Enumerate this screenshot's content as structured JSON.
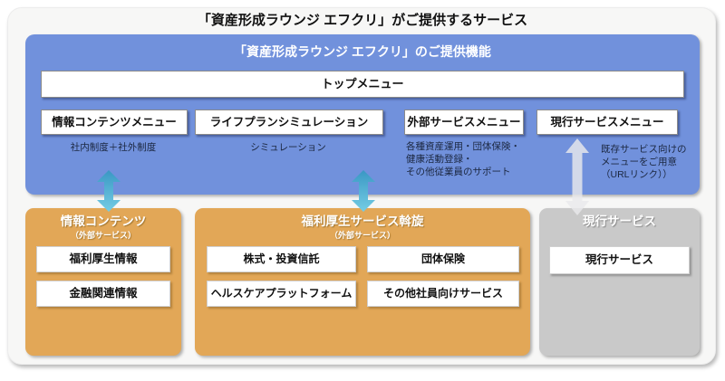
{
  "title": "「資産形成ラウンジ エフクリ」がご提供するサービス",
  "feature_panel": {
    "title": "「資産形成ラウンジ エフクリ」のご提供機能",
    "top_menu": "トップメニュー",
    "menus": [
      {
        "label": "情報コンテンツメニュー",
        "desc": "社内制度＋社外制度"
      },
      {
        "label": "ライフプランシミュレーション",
        "desc": "シミュレーション"
      },
      {
        "label": "外部サービスメニュー",
        "desc": "各種資産運用・団体保険・\n健康活動登録・\nその他従業員のサポート"
      },
      {
        "label": "現行サービスメニュー",
        "desc": "既存サービス向けの\nメニューをご用意\n（URLリンク））"
      }
    ]
  },
  "service_panels": [
    {
      "title": "情報コンテンツ",
      "subtitle": "（外部サービス）",
      "items": [
        "福利厚生情報",
        "金融関連情報"
      ]
    },
    {
      "title": "福利厚生サービス斡旋",
      "subtitle": "（外部サービス）",
      "items": [
        "株式・投資信託",
        "団体保険",
        "ヘルスケアプラットフォーム",
        "その他社員向けサービス"
      ]
    },
    {
      "title": "現行サービス",
      "subtitle": "",
      "items": [
        "現行サービス"
      ]
    }
  ],
  "colors": {
    "panel_blue": "#7191dc",
    "panel_orange": "#e2a757",
    "panel_gray": "#c9c9c9",
    "arrow_cyan_top": "#3a97c4",
    "arrow_cyan_bottom": "#74cde4",
    "arrow_gray": "#e9e9ec"
  }
}
